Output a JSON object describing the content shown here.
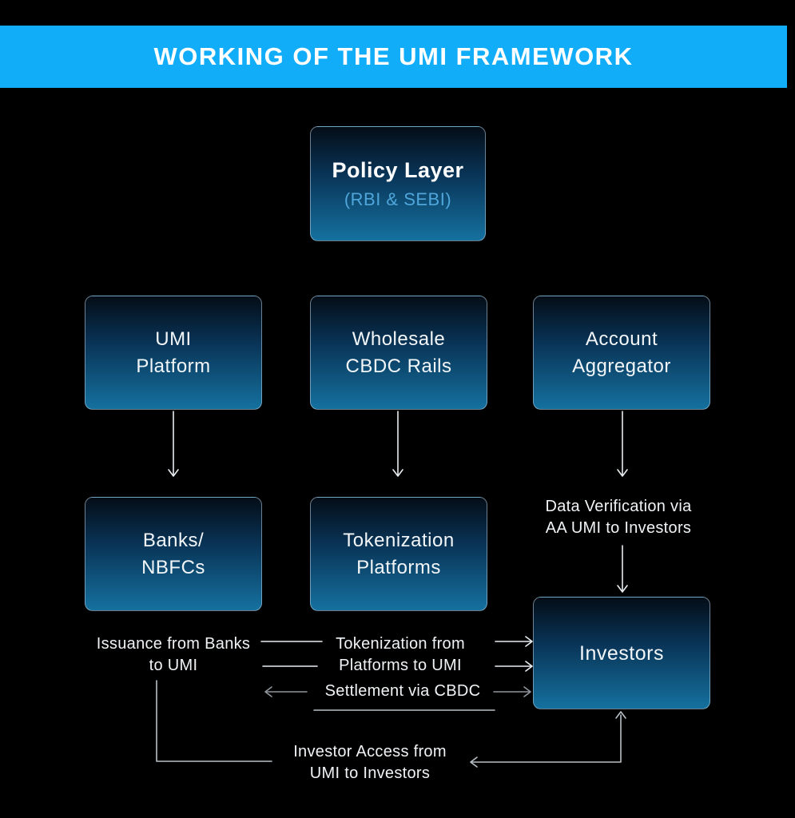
{
  "title": "WORKING OF THE UMI FRAMEWORK",
  "colors": {
    "background": "#000000",
    "header_bg": "#12ADF9",
    "box_top": "#040d17",
    "box_bottom": "#15719f",
    "subtitle_blue": "#4FA6DB",
    "text": "#ffffff"
  },
  "nodes": {
    "policy_layer": {
      "title": "Policy Layer",
      "subtitle": "(RBI & SEBI)"
    },
    "umi_platform": {
      "label": "UMI\nPlatform"
    },
    "wholesale_cbdc": {
      "label": "Wholesale\nCBDC Rails"
    },
    "account_aggregator": {
      "label": "Account\nAggregator"
    },
    "banks_nbfcs": {
      "label": "Banks/\nNBFCs"
    },
    "tokenization_platforms": {
      "label": "Tokenization\nPlatforms"
    },
    "investors": {
      "label": "Investors"
    }
  },
  "flow_labels": {
    "data_verification": "Data Verification via\nAA UMI to Investors",
    "issuance": "Issuance from Banks\nto UMI",
    "tokenization_flow": "Tokenization from\nPlatforms to UMI",
    "settlement": "Settlement via CBDC",
    "investor_access": "Investor Access from\nUMI to Investors"
  }
}
